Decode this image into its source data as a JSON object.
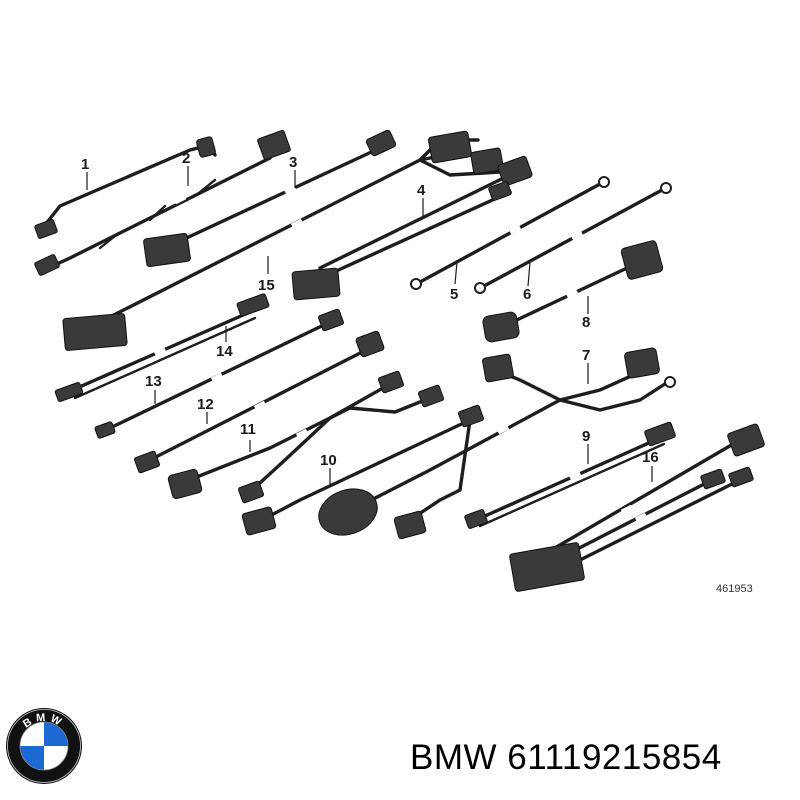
{
  "diagram": {
    "callouts": [
      "1",
      "2",
      "3",
      "4",
      "5",
      "6",
      "7",
      "8",
      "9",
      "10",
      "11",
      "12",
      "13",
      "14",
      "15",
      "16"
    ],
    "reference_number": "461953"
  },
  "caption": {
    "brand": "BMW",
    "part_number": "61119215854"
  },
  "logo": {
    "letters": "BMW",
    "colors": {
      "blue": "#1c69d4",
      "white": "#ffffff",
      "ring": "#111111"
    }
  }
}
